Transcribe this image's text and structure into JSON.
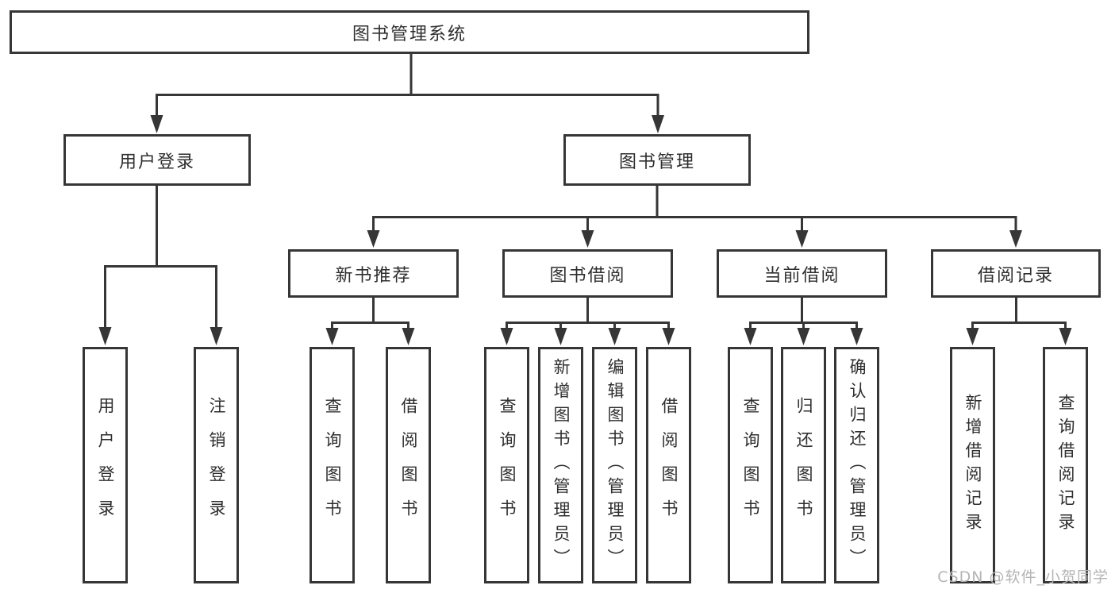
{
  "tree": {
    "root": {
      "label": "图书管理系统"
    },
    "level2": [
      {
        "label": "用户登录",
        "children": [
          {
            "label": "用户登录"
          },
          {
            "label": "注销登录"
          }
        ]
      },
      {
        "label": "图书管理",
        "children": [
          {
            "label": "新书推荐",
            "children": [
              {
                "label": "查询图书"
              },
              {
                "label": "借阅图书"
              }
            ]
          },
          {
            "label": "图书借阅",
            "children": [
              {
                "label": "查询图书"
              },
              {
                "label": "新增图书（管理员）"
              },
              {
                "label": "编辑图书（管理员）"
              },
              {
                "label": "借阅图书"
              }
            ]
          },
          {
            "label": "当前借阅",
            "children": [
              {
                "label": "查询图书"
              },
              {
                "label": "归还图书"
              },
              {
                "label": "确认归还（管理员）"
              }
            ]
          },
          {
            "label": "借阅记录",
            "children": [
              {
                "label": "新增借阅记录"
              },
              {
                "label": "查询借阅记录"
              }
            ]
          }
        ]
      }
    ]
  },
  "watermark": "CSDN @软件_小贺同学",
  "colors": {
    "line": "#363636",
    "box_border": "#363636",
    "box_fill": "#ffffff",
    "text": "#2e2e2e",
    "background": "#ffffff",
    "watermark": "#b2b4b7"
  }
}
